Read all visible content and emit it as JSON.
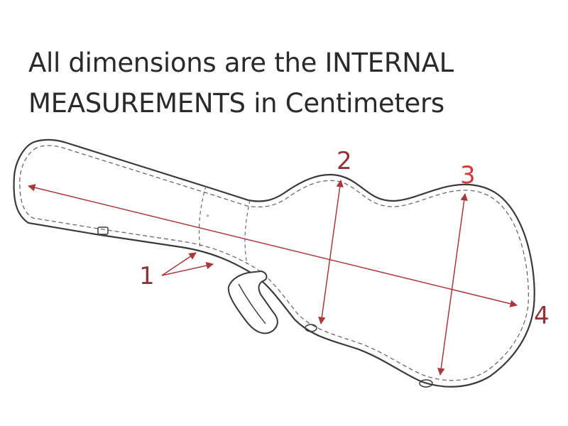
{
  "heading": {
    "line1": "All dimensions are the INTERNAL",
    "line2": "MEASUREMENTS in Centimeters"
  },
  "callouts": [
    {
      "id": "1",
      "label": "1",
      "color": "#8f3436"
    },
    {
      "id": "2",
      "label": "2",
      "color": "#8f3436"
    },
    {
      "id": "3",
      "label": "3",
      "color": "#d13b3b"
    },
    {
      "id": "4",
      "label": "4",
      "color": "#8f3436"
    }
  ],
  "colors": {
    "outline": "#3a3a3a",
    "stitching": "#6a6a6a",
    "arrow": "#a8383a",
    "text": "#2a2a2a"
  },
  "icons": [
    "guitar-case-outline",
    "case-handle",
    "latch"
  ]
}
